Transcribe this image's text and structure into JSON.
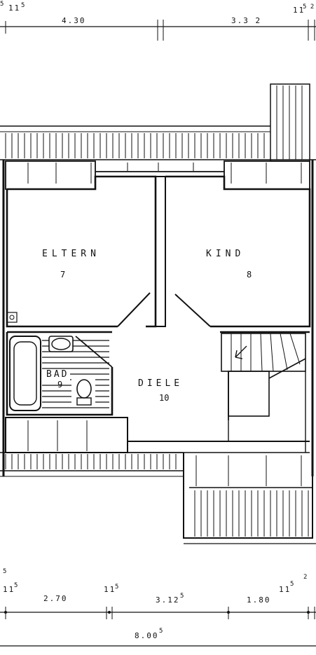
{
  "rooms": {
    "eltern": {
      "name": "ELTERN",
      "number": "7"
    },
    "kind": {
      "name": "KIND",
      "number": "8"
    },
    "bad": {
      "name": "BAD",
      "number": "9"
    },
    "diele": {
      "name": "DIELE",
      "number": "10"
    }
  },
  "dimensions": {
    "top": {
      "wall_left": "11",
      "wall_left_sup": "5",
      "width_left": "4.30",
      "width_right": "3.3 2",
      "wall_right": "11",
      "wall_right_sup": "5 2"
    },
    "bottom": {
      "wall_1": "11",
      "wall_1_sup": "5",
      "seg_1": "2.70",
      "wall_2": "11",
      "wall_2_sup": "5",
      "seg_2": "3.12",
      "seg_2_sup": "5",
      "seg_3": "1.80",
      "wall_4": "11",
      "wall_4_sup": "5",
      "edge": "2",
      "total": "8.00",
      "total_sup": "5"
    }
  },
  "colors": {
    "line": "#111111",
    "background": "#ffffff"
  }
}
